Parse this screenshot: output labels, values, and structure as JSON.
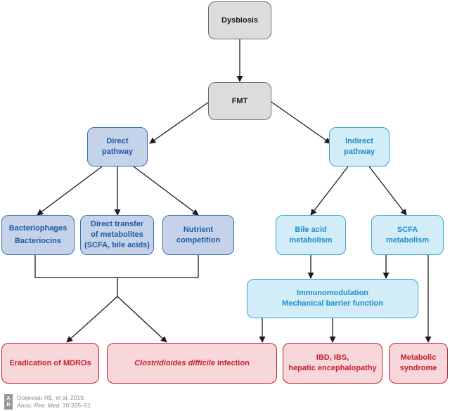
{
  "nodes": {
    "dysbiosis": "Dysbiosis",
    "fmt": "FMT",
    "direct": [
      "Direct",
      "pathway"
    ],
    "indirect": [
      "Indirect",
      "pathway"
    ],
    "bacteriophages": [
      "Bacteriophages",
      "Bacteriocins"
    ],
    "direct_transfer": [
      "Direct transfer",
      "of metabolites",
      "(SCFA, bile acids)"
    ],
    "nutrient": [
      "Nutrient",
      "competition"
    ],
    "bile_acid": [
      "Bile acid",
      "metabolism"
    ],
    "scfa": [
      "SCFA",
      "metabolism"
    ],
    "immuno": [
      "Immunomodulation",
      "Mechanical barrier function"
    ],
    "mdro": "Eradication of MDROs",
    "cdiff": {
      "italic": "Clostridioides difficile",
      "rest": " infection"
    },
    "ibd": [
      "IBD, IBS,",
      "hepatic encephalopathy"
    ],
    "metabolic": [
      "Metabolic",
      "syndrome"
    ]
  },
  "credit": {
    "logo_top": "A",
    "logo_bottom": "R",
    "line1": "Ooijevaar RE, et al. 2019.",
    "line2_italic": "Annu. Rev. Med.",
    "line2_rest": " 70:335–51"
  },
  "colors": {
    "gray_fill": "#dcdcdc",
    "direct_fill": "#c5d3ea",
    "indirect_fill": "#d2ecf8",
    "outcome_fill": "#f8d7da",
    "outcome_text": "#c4202b"
  }
}
